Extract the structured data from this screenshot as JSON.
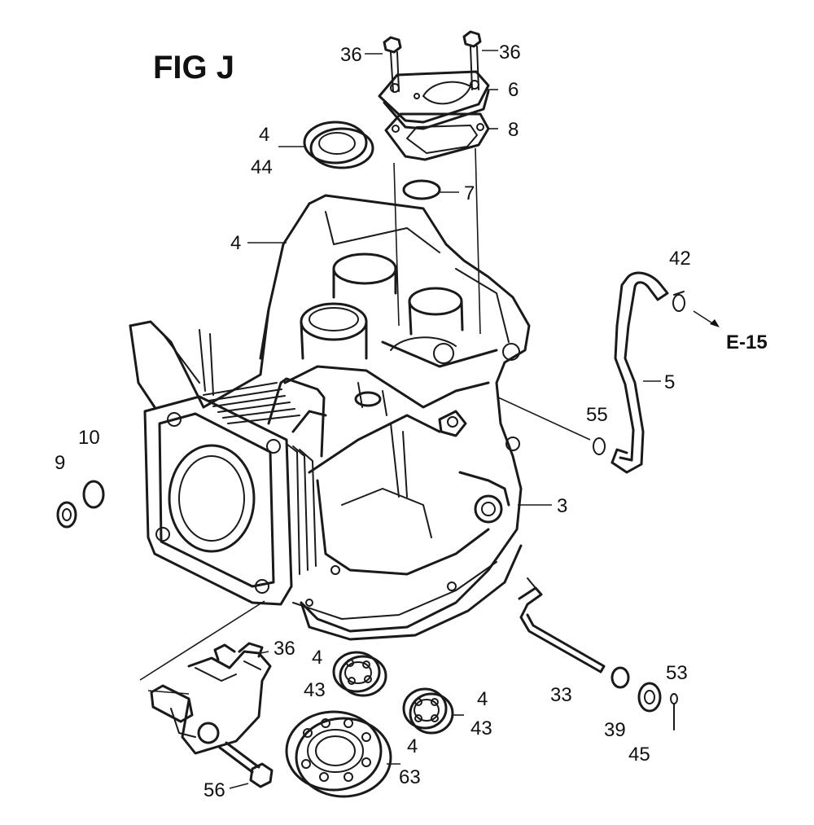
{
  "figure": {
    "title": "FIG J"
  },
  "reference": {
    "label": "E-15"
  },
  "callouts": [
    {
      "id": "c36a",
      "text": "36"
    },
    {
      "id": "c36b",
      "text": "36"
    },
    {
      "id": "c6",
      "text": "6"
    },
    {
      "id": "c8",
      "text": "8"
    },
    {
      "id": "c4a",
      "text": "4"
    },
    {
      "id": "c44",
      "text": "44"
    },
    {
      "id": "c7",
      "text": "7"
    },
    {
      "id": "c4b",
      "text": "4"
    },
    {
      "id": "c42",
      "text": "42"
    },
    {
      "id": "c5",
      "text": "5"
    },
    {
      "id": "c55",
      "text": "55"
    },
    {
      "id": "c10",
      "text": "10"
    },
    {
      "id": "c9",
      "text": "9"
    },
    {
      "id": "c3",
      "text": "3"
    },
    {
      "id": "c36c",
      "text": "36"
    },
    {
      "id": "c4c",
      "text": "4"
    },
    {
      "id": "c43a",
      "text": "43"
    },
    {
      "id": "c4d",
      "text": "4"
    },
    {
      "id": "c43b",
      "text": "43"
    },
    {
      "id": "c4e",
      "text": "4"
    },
    {
      "id": "c63",
      "text": "63"
    },
    {
      "id": "c56",
      "text": "56"
    },
    {
      "id": "c33",
      "text": "33"
    },
    {
      "id": "c39",
      "text": "39"
    },
    {
      "id": "c45",
      "text": "45"
    },
    {
      "id": "c53",
      "text": "53"
    }
  ]
}
